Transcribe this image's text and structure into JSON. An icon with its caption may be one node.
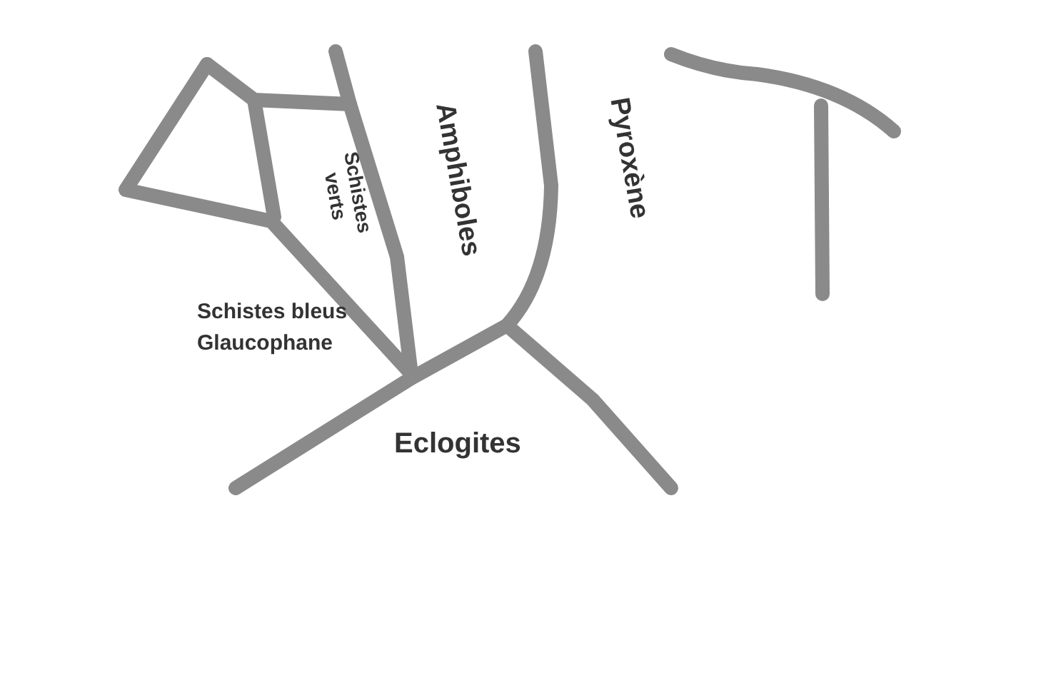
{
  "diagram": {
    "labels": [
      "Schistes verts",
      "Amphiboles",
      "Pyroxène",
      "Schistes bleus Glaucophane",
      "Eclogites"
    ]
  }
}
